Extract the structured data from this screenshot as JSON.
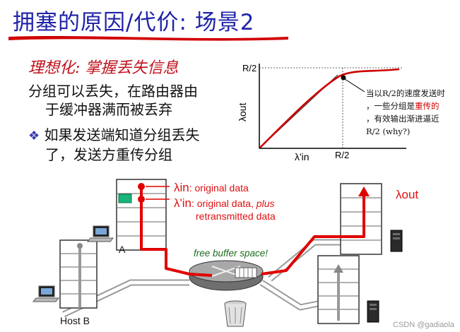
{
  "title": "拥塞的原因/代价: 场景2",
  "subtitle": "理想化: 掌握丢失信息",
  "para1": [
    "分组可以丢失，在路由器由",
    "于缓冲器满而被丢弃"
  ],
  "bullet_glyph": "❖",
  "para2": [
    "如果发送端知道分组丢失",
    "了，发送方重传分组"
  ],
  "graph": {
    "y_tick": "R/2",
    "x_tick": "R/2",
    "y_axis_label": "λout",
    "x_axis_label": "λ'in",
    "note_lines": [
      "当以R/2的速度发送时",
      "，一些分组是",
      "重传的",
      "，有效输出渐进逼近",
      "R/2 (why?)"
    ]
  },
  "labels": {
    "lambda_in": "λin",
    "lambda_in_text": ": original data",
    "lambda_in_prime": "λ'in",
    "lambda_in_prime_text": ": original data, ",
    "plus": "plus",
    "retransmitted": "retransmitted data",
    "lambda_out": "λout",
    "host_a": "A",
    "host_b": "Host B",
    "buffer": "free buffer space!"
  },
  "watermark": "CSDN @gadiaola",
  "colors": {
    "title": "#1f23a8",
    "accent_red": "#e01010",
    "curve": "#cc0000",
    "screen_green": "#19b47a"
  }
}
